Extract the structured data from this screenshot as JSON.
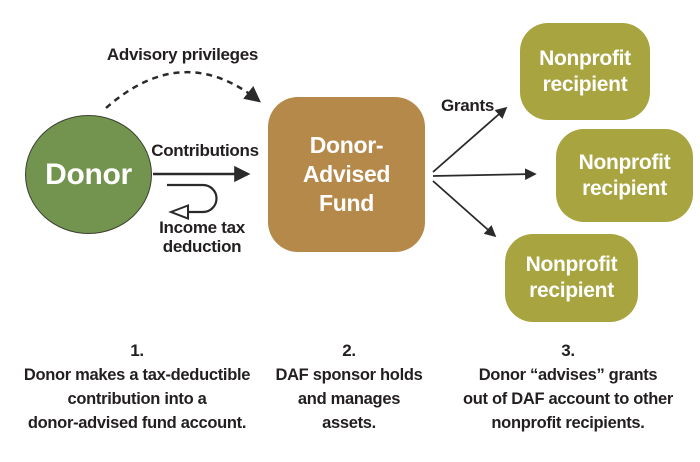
{
  "background": "#ffffff",
  "colors": {
    "donor_fill": "#72944e",
    "donor_border": "#3c4032",
    "daf_fill": "#b5894a",
    "nonprofit_fill": "#a8a43f",
    "node_text": "#ffffff",
    "text": "#231f20",
    "arrow": "#2a2a2a"
  },
  "nodes": {
    "donor": {
      "label": "Donor"
    },
    "daf": {
      "lines": [
        "Donor-",
        "Advised",
        "Fund"
      ]
    },
    "nonprofits": [
      {
        "lines": [
          "Nonprofit",
          "recipient"
        ]
      },
      {
        "lines": [
          "Nonprofit",
          "recipient"
        ]
      },
      {
        "lines": [
          "Nonprofit",
          "recipient"
        ]
      }
    ]
  },
  "edge_labels": {
    "advisory": "Advisory privileges",
    "contributions": "Contributions",
    "income_tax_lines": [
      "Income tax",
      "deduction"
    ],
    "grants": "Grants"
  },
  "captions": [
    {
      "number": "1.",
      "lines": [
        "Donor makes a tax-deductible",
        "contribution into a",
        "donor-advised fund account."
      ]
    },
    {
      "number": "2.",
      "lines": [
        "DAF sponsor holds",
        "and manages assets."
      ]
    },
    {
      "number": "3.",
      "lines": [
        "Donor “advises” grants",
        "out of DAF account to other",
        "nonprofit recipients."
      ]
    }
  ]
}
